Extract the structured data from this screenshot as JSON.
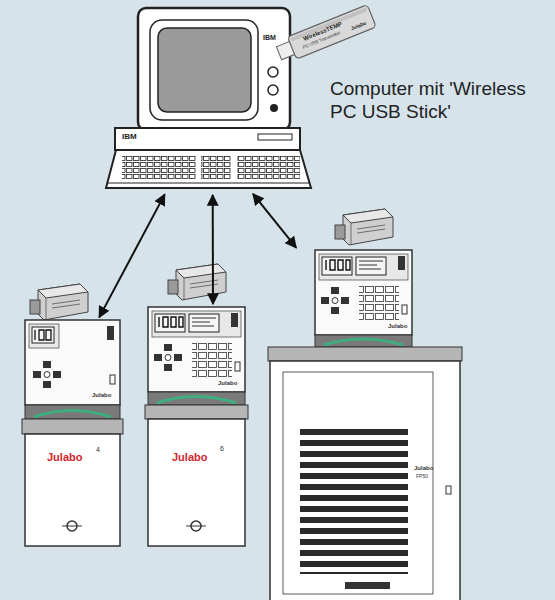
{
  "diagram": {
    "nodes": [
      {
        "text": [
          "IBM",
          "IBM"
        ]
      },
      {
        "text": [
          "Julabo",
          "Julabo",
          "4"
        ]
      },
      {
        "text": [
          "Julabo",
          "Julabo",
          "6"
        ]
      },
      {
        "text": [
          "Julabo",
          "Julabo",
          "FP50"
        ]
      }
    ],
    "edges": [
      {
        "from": 0,
        "to": 1,
        "arrow": "both"
      },
      {
        "from": 0,
        "to": 2,
        "arrow": "both"
      },
      {
        "from": 0,
        "to": 3,
        "arrow": "both"
      }
    ],
    "labels": [
      "Computer mit 'Wireless PC USB Stick'",
      "WirelessTEMP",
      "PC USB Transmitter",
      "Julabo"
    ]
  }
}
